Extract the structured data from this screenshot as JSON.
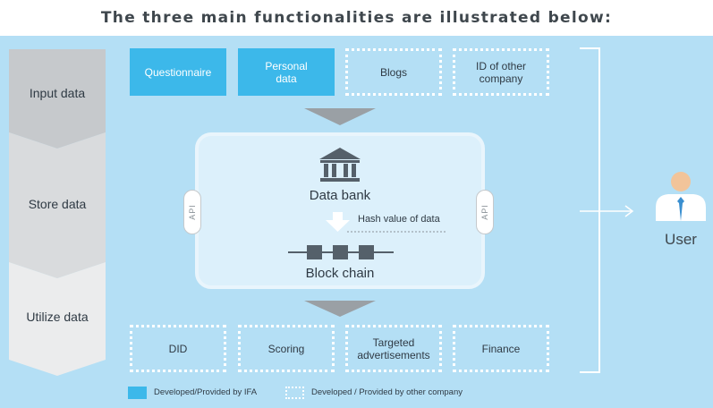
{
  "title": "The three main functionalities are illustrated below:",
  "stages": [
    "Input data",
    "Store data",
    "Utilize data"
  ],
  "inputs": [
    {
      "label": "Questionnaire",
      "kind": "ifa"
    },
    {
      "label": "Personal data",
      "kind": "ifa"
    },
    {
      "label": "Blogs",
      "kind": "other"
    },
    {
      "label": "ID of other company",
      "kind": "other"
    }
  ],
  "center": {
    "api_left": "API",
    "api_right": "API",
    "data_bank": "Data bank",
    "hash": "Hash value of data",
    "block_chain": "Block chain"
  },
  "outputs": [
    {
      "label": "DID",
      "kind": "other"
    },
    {
      "label": "Scoring",
      "kind": "other"
    },
    {
      "label": "Targeted advertisements",
      "kind": "other"
    },
    {
      "label": "Finance",
      "kind": "other"
    }
  ],
  "user_label": "User",
  "legend": {
    "ifa": "Developed/Provided by IFA",
    "other": "Developed / Provided by other company"
  },
  "colors": {
    "panel": "#b4dff5",
    "ifa_blue": "#3cb8ea",
    "stage_dark": "#c6c9cc",
    "stage_mid": "#d9dbdd",
    "stage_light": "#ebeced"
  }
}
